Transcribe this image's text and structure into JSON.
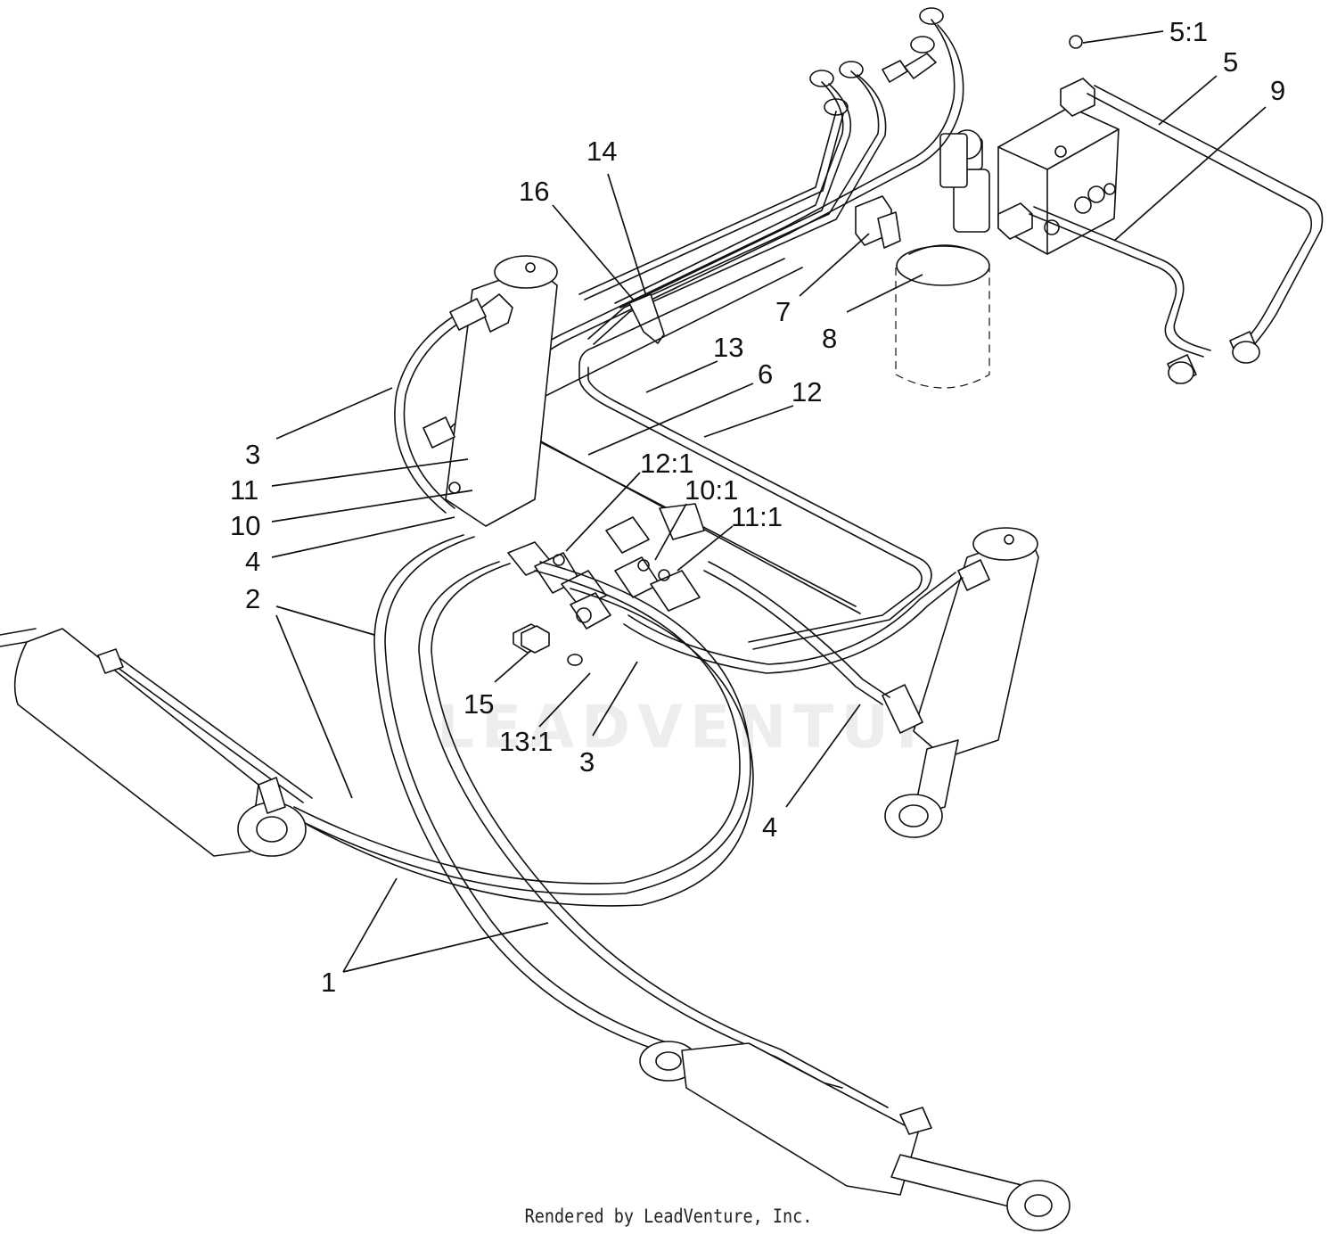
{
  "watermark": "LEADVENTURE",
  "footer": "Rendered by LeadVenture, Inc.",
  "callouts": [
    {
      "id": "c-5-1",
      "text": "5:1"
    },
    {
      "id": "c-5",
      "text": "5"
    },
    {
      "id": "c-9",
      "text": "9"
    },
    {
      "id": "c-14",
      "text": "14"
    },
    {
      "id": "c-16",
      "text": "16"
    },
    {
      "id": "c-7",
      "text": "7"
    },
    {
      "id": "c-8",
      "text": "8"
    },
    {
      "id": "c-13",
      "text": "13"
    },
    {
      "id": "c-6",
      "text": "6"
    },
    {
      "id": "c-12",
      "text": "12"
    },
    {
      "id": "c-3a",
      "text": "3"
    },
    {
      "id": "c-11",
      "text": "11"
    },
    {
      "id": "c-10",
      "text": "10"
    },
    {
      "id": "c-4a",
      "text": "4"
    },
    {
      "id": "c-2",
      "text": "2"
    },
    {
      "id": "c-12-1",
      "text": "12:1"
    },
    {
      "id": "c-10-1",
      "text": "10:1"
    },
    {
      "id": "c-11-1",
      "text": "11:1"
    },
    {
      "id": "c-15",
      "text": "15"
    },
    {
      "id": "c-13-1",
      "text": "13:1"
    },
    {
      "id": "c-3b",
      "text": "3"
    },
    {
      "id": "c-4b",
      "text": "4"
    },
    {
      "id": "c-1",
      "text": "1"
    }
  ]
}
